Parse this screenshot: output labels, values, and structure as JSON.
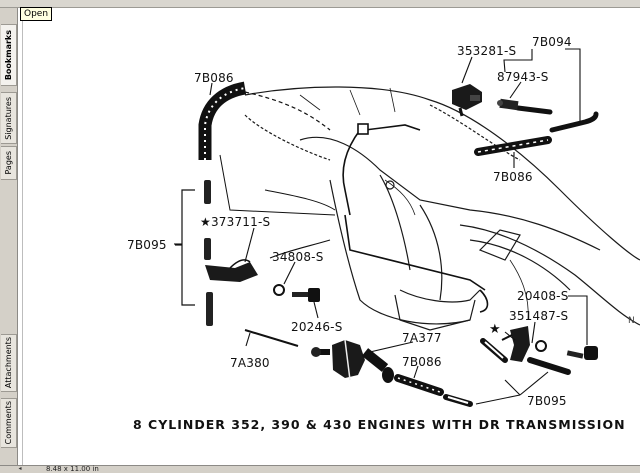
{
  "tooltip": {
    "text": "Open"
  },
  "sidebar": {
    "tabs": [
      {
        "label": "Bookmarks",
        "active": true
      },
      {
        "label": "Signatures",
        "active": false
      },
      {
        "label": "Pages",
        "active": false
      },
      {
        "label": "Attachments",
        "active": false
      },
      {
        "label": "Comments",
        "active": false
      }
    ]
  },
  "status": {
    "page_size": "8.48 x 11.00 in"
  },
  "diagram": {
    "parts": [
      {
        "id": "7B086"
      },
      {
        "id": "353281-S"
      },
      {
        "id": "7B094"
      },
      {
        "id": "87943-S"
      },
      {
        "id": "7B086"
      },
      {
        "id": "373711-S",
        "mark": "★"
      },
      {
        "id": "7B095"
      },
      {
        "id": "34808-S"
      },
      {
        "id": "20246-S"
      },
      {
        "id": "20408-S"
      },
      {
        "id": "351487-S",
        "mark": "★"
      },
      {
        "id": "7A377"
      },
      {
        "id": "7B086"
      },
      {
        "id": "7A380"
      },
      {
        "id": "7B095"
      }
    ],
    "caption": "8 CYLINDER 352, 390 & 430 ENGINES WITH DR TRANSMISSION",
    "right_edge_mark": "N"
  }
}
